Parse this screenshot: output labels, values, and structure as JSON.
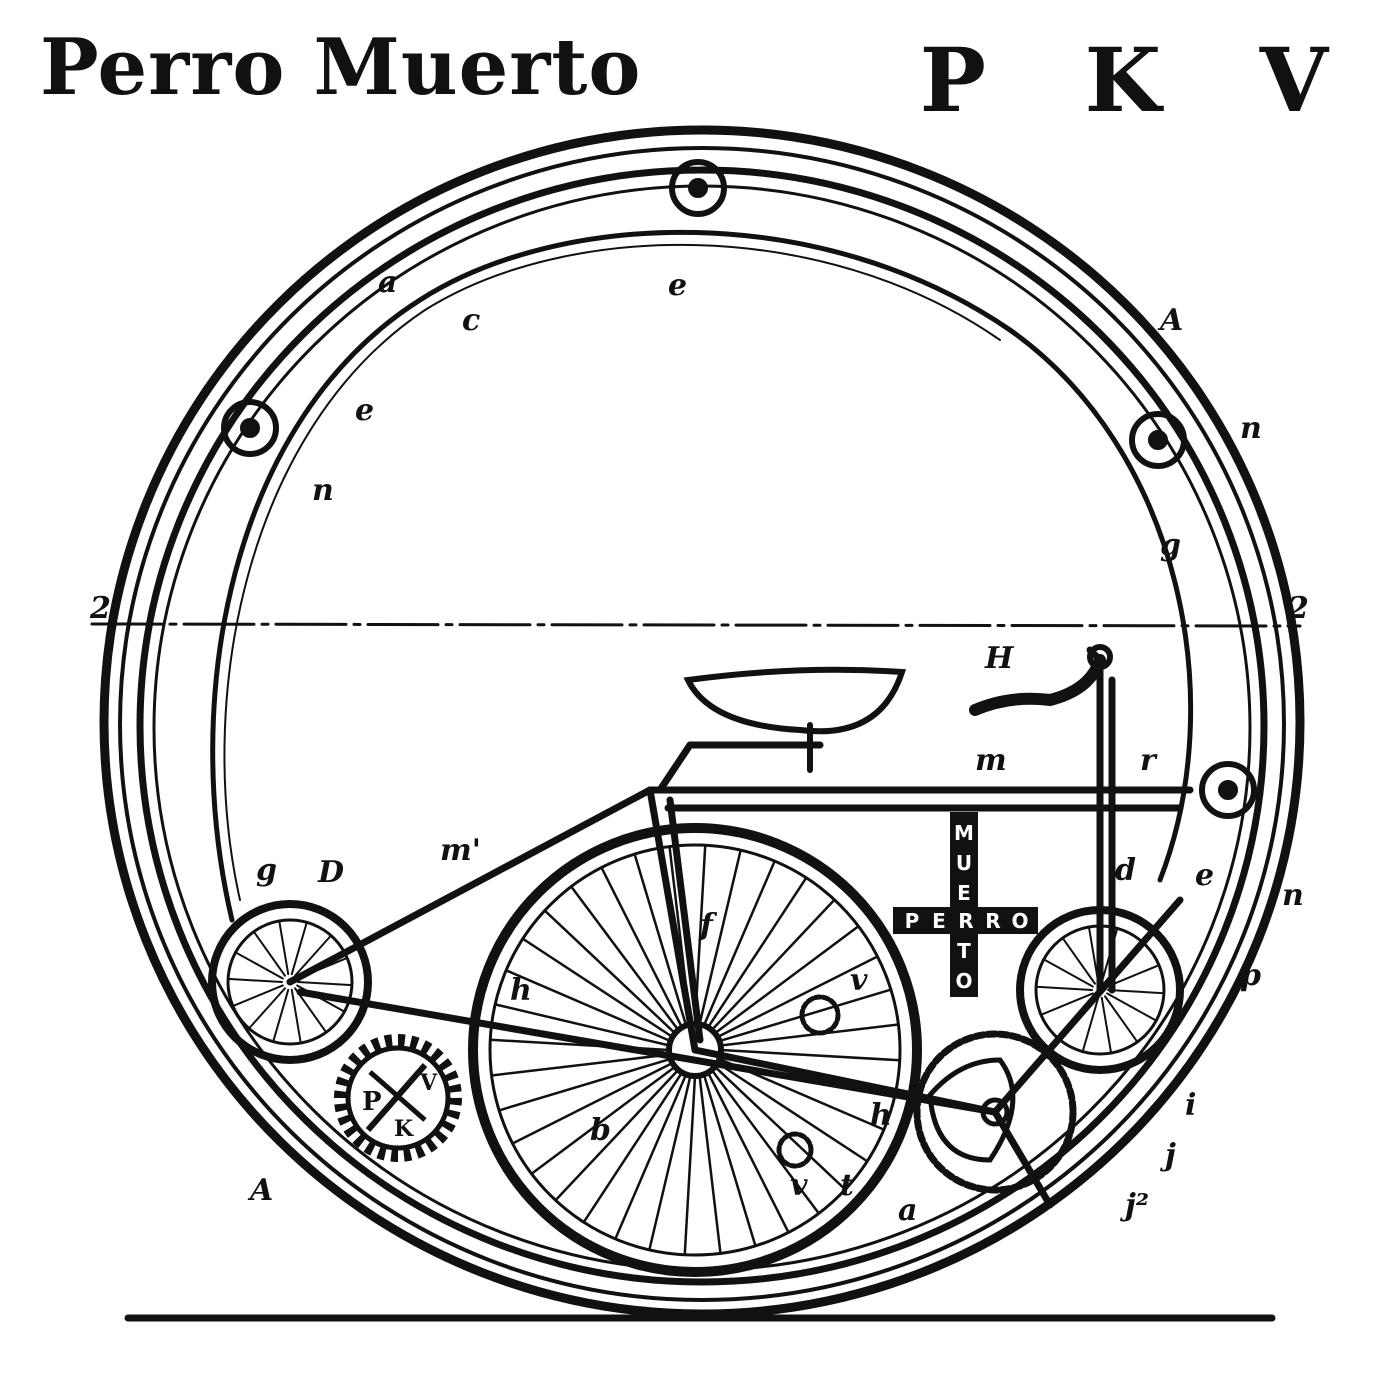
{
  "header": {
    "title_left": "Perro Muerto",
    "title_right": "P K V"
  },
  "patent_labels": [
    "a",
    "c",
    "e",
    "A",
    "e",
    "n",
    "n",
    "g",
    "2",
    "2",
    "H",
    "m",
    "r",
    "m'",
    "g",
    "D",
    "d",
    "e",
    "n",
    "f",
    "p",
    "h",
    "v",
    "i",
    "j",
    "j²",
    "b",
    "h",
    "v",
    "t",
    "a",
    "A"
  ],
  "cross_logo": {
    "vertical": "MUERTO",
    "horizontal": "PERRO"
  },
  "gear_logo": {
    "letters": [
      "P",
      "K",
      "V"
    ]
  },
  "colors": {
    "ink": "#111111",
    "paper": "#ffffff"
  }
}
